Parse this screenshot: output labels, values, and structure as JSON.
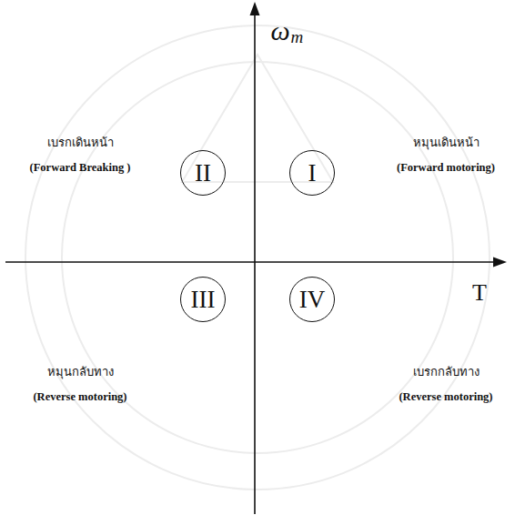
{
  "diagram": {
    "nodes": [
      {
        "text": [
          "II"
        ]
      },
      {
        "text": [
          "I"
        ]
      },
      {
        "text": [
          "III"
        ]
      },
      {
        "text": [
          "IV"
        ]
      }
    ],
    "labels": [
      "ω",
      "m",
      "เบรกเดินหน้า",
      "(Forward Breaking )",
      "หมุนเดินหน้า",
      "(Forward motoring)",
      "T",
      "หมุนกลับทาง",
      "(Reverse motoring)",
      "เบรกกลับทาง",
      "(Reverse motoring)"
    ]
  }
}
